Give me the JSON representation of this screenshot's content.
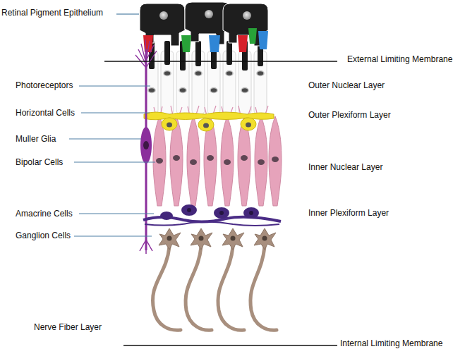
{
  "diagram": {
    "labels": [
      "Retinal Pigment Epithelium",
      "External Limiting Membrane",
      "Photoreceptors",
      "Outer Nuclear Layer",
      "Horizontal Cells",
      "Outer Plexiform Layer",
      "Muller Glia",
      "Bipolar Cells",
      "Inner Nuclear Layer",
      "Amacrine Cells",
      "Inner Plexiform Layer",
      "Ganglion Cells",
      "Nerve Fiber Layer",
      "Internal Limiting Membrane"
    ]
  }
}
